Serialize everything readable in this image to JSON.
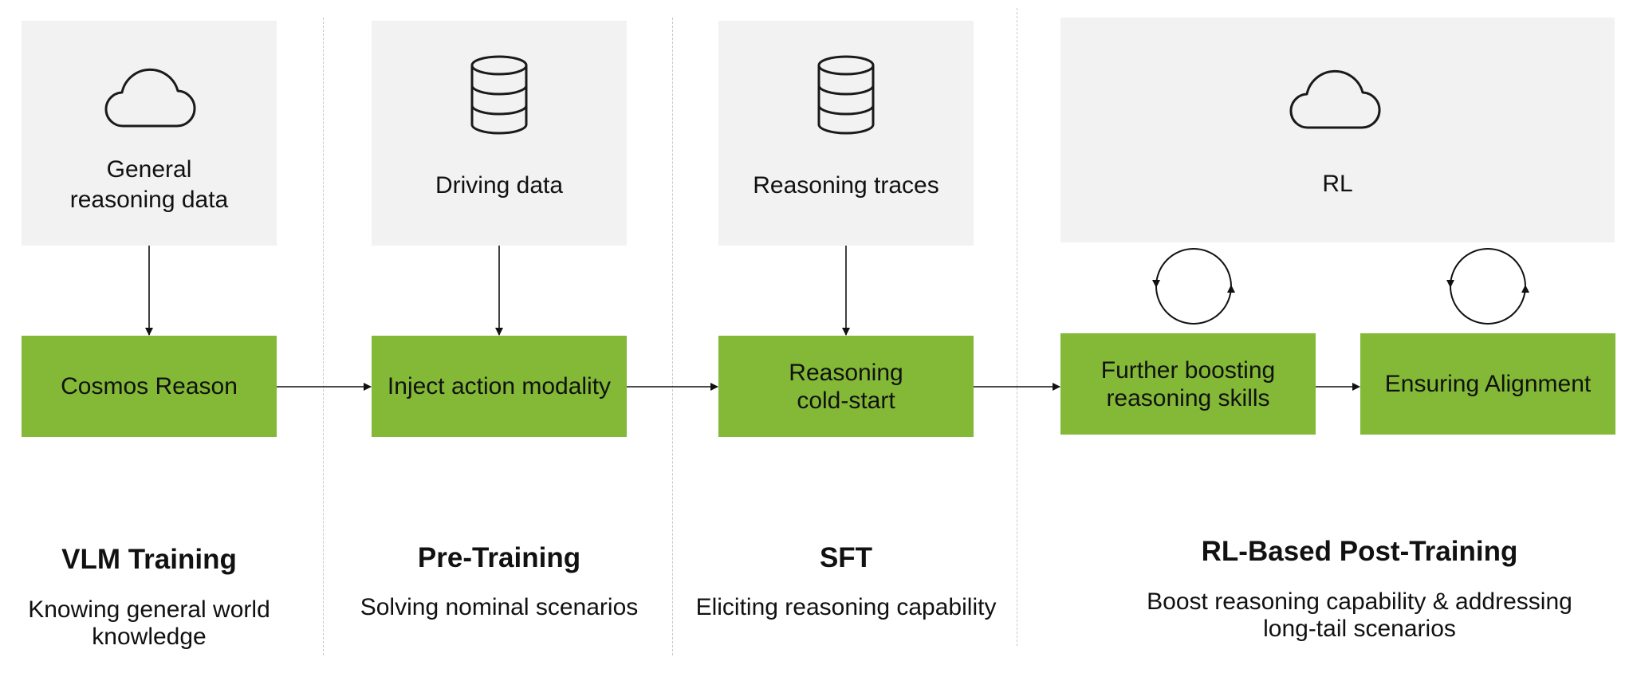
{
  "sources": [
    {
      "label": "General\nreasoning data",
      "icon": "cloud-icon"
    },
    {
      "label": "Driving data",
      "icon": "database-icon"
    },
    {
      "label": "Reasoning traces",
      "icon": "database-icon"
    },
    {
      "label": "RL",
      "icon": "cloud-icon"
    }
  ],
  "steps": [
    {
      "label": "Cosmos Reason"
    },
    {
      "label": "Inject action modality"
    },
    {
      "label": "Reasoning\ncold-start"
    },
    {
      "label": "Further boosting\nreasoning skills"
    },
    {
      "label": "Ensuring Alignment"
    }
  ],
  "stages": [
    {
      "title": "VLM Training",
      "desc": "Knowing general world\nknowledge"
    },
    {
      "title": "Pre-Training",
      "desc": "Solving nominal scenarios"
    },
    {
      "title": "SFT",
      "desc": "Eliciting reasoning capability"
    },
    {
      "title": "RL-Based Post-Training",
      "desc": "Boost reasoning capability & addressing\nlong-tail scenarios"
    }
  ],
  "colors": {
    "accent": "#83b936",
    "source_bg": "#f2f2f2",
    "line": "#111111",
    "divider": "#c8c8c8"
  }
}
